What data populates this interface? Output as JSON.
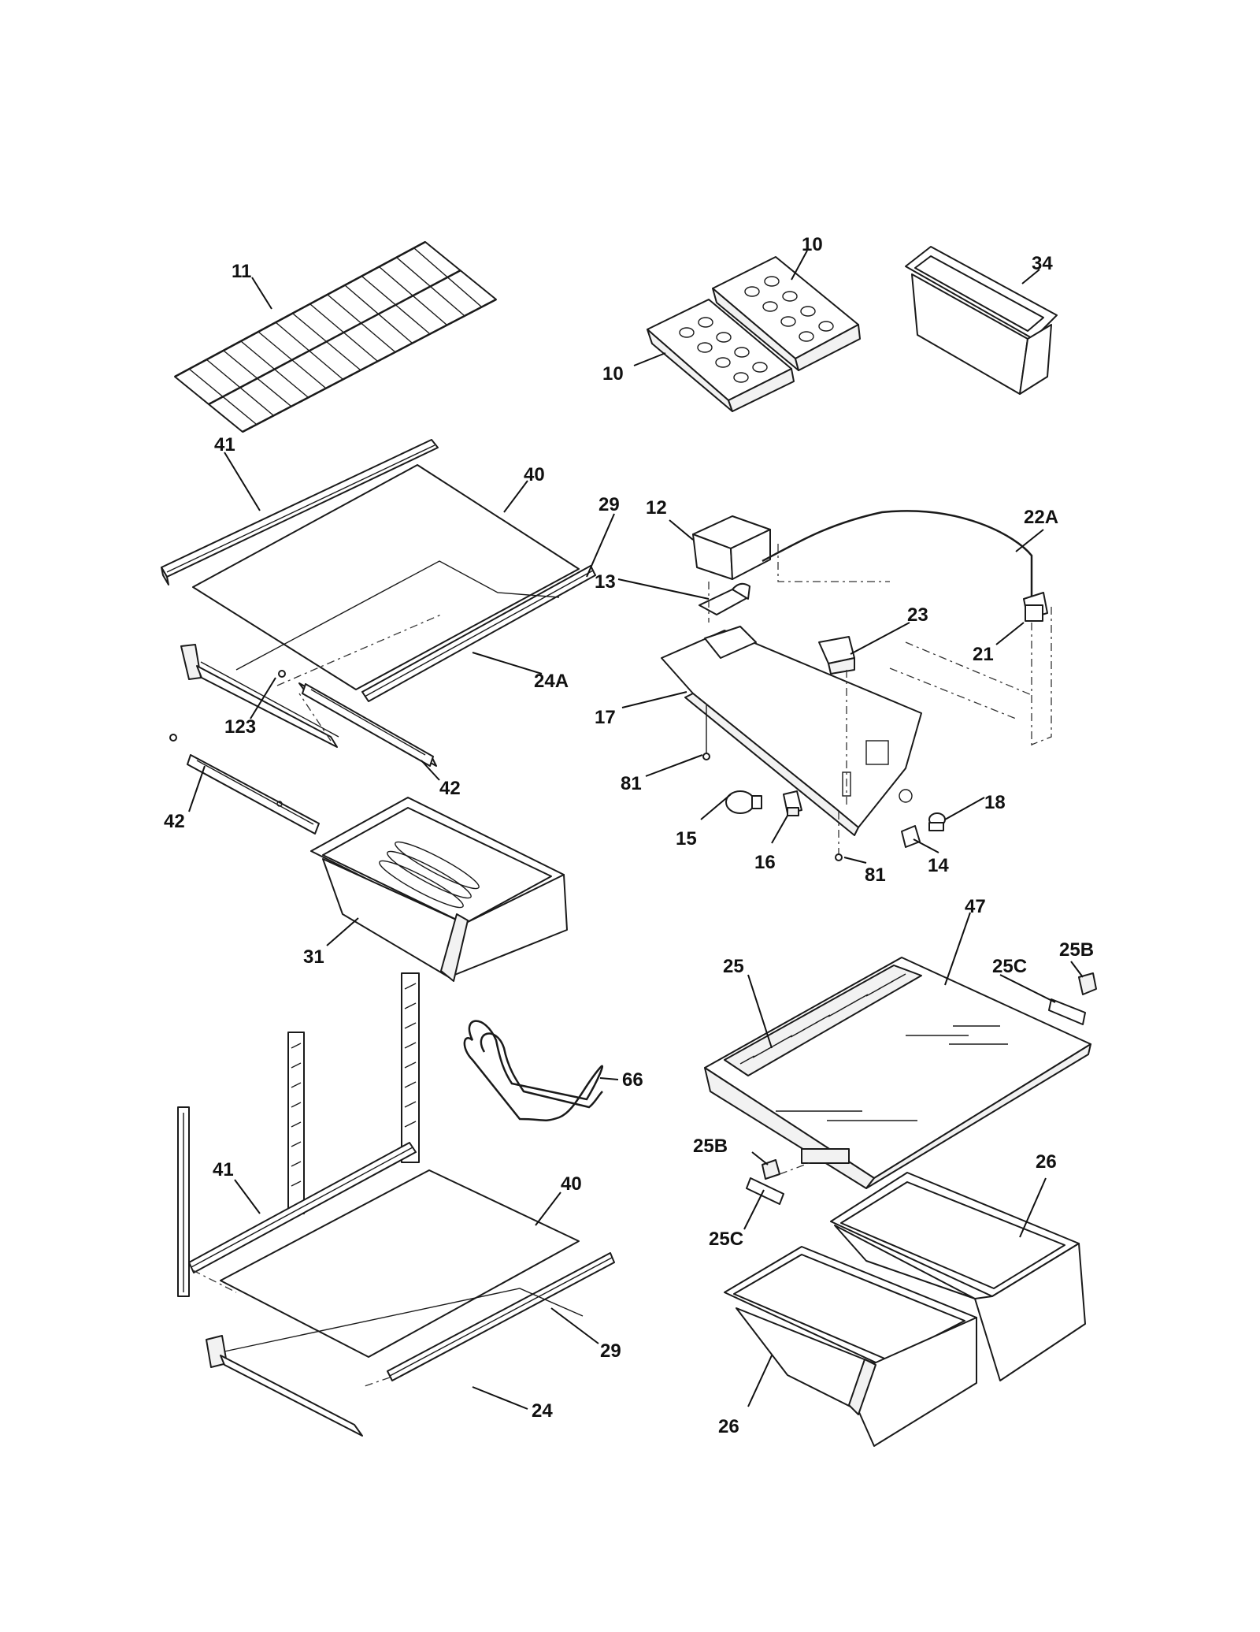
{
  "labels": {
    "p11": "11",
    "p10a": "10",
    "p10b": "10",
    "p34": "34",
    "p41a": "41",
    "p40a": "40",
    "p29a": "29",
    "p12": "12",
    "p22A": "22A",
    "p13": "13",
    "p23": "23",
    "p21": "21",
    "p24A": "24A",
    "p17": "17",
    "p123": "123",
    "p42a": "42",
    "p42b": "42",
    "p81a": "81",
    "p18": "18",
    "p15": "15",
    "p16": "16",
    "p14": "14",
    "p81b": "81",
    "p47": "47",
    "p31": "31",
    "p25B_top": "25B",
    "p25": "25",
    "p25C_top": "25C",
    "p66": "66",
    "p25B_low": "25B",
    "p26_top": "26",
    "p41b": "41",
    "p40b": "40",
    "p25C_low": "25C",
    "p29b": "29",
    "p24": "24",
    "p26_low": "26"
  }
}
